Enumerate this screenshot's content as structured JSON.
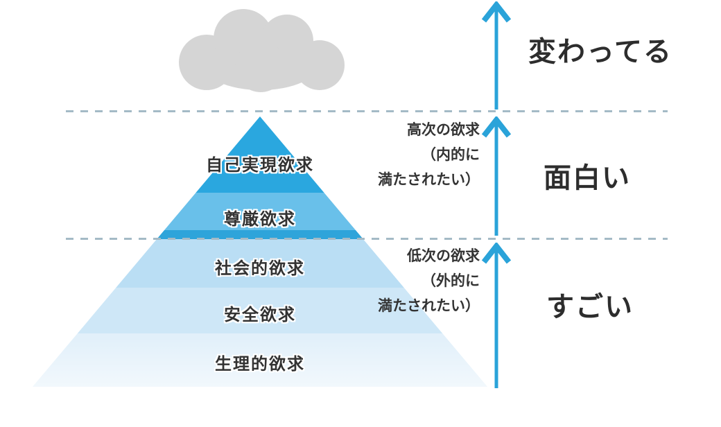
{
  "colors": {
    "arrow": "#2AA3D9",
    "cloud": "#D5D5D5",
    "dash": "#A4BAC6",
    "text": "#333333"
  },
  "pyramid": {
    "bands": [
      {
        "name": "self-actualization",
        "color": "#2AA7DF"
      },
      {
        "name": "esteem",
        "color": "#69C0EA"
      },
      {
        "name": "esteem-lower-edge",
        "color": "#2EA4DA"
      },
      {
        "name": "social",
        "color": "#BADEF4"
      },
      {
        "name": "safety",
        "color": "#CEE7F7"
      },
      {
        "name": "physiological",
        "color": "#E2F0FA"
      }
    ],
    "labels": [
      "自己実現欲求",
      "尊厳欲求",
      "社会的欲求",
      "安全欲求",
      "生理的欲求"
    ]
  },
  "notes": {
    "higher": [
      "高次の欲求",
      "（内的に",
      "満たされたい）"
    ],
    "lower": [
      "低次の欲求",
      "（外的に",
      "満たされたい）"
    ]
  },
  "side_labels": {
    "top": "変わってる",
    "middle": "面白い",
    "bottom": "すごい"
  }
}
